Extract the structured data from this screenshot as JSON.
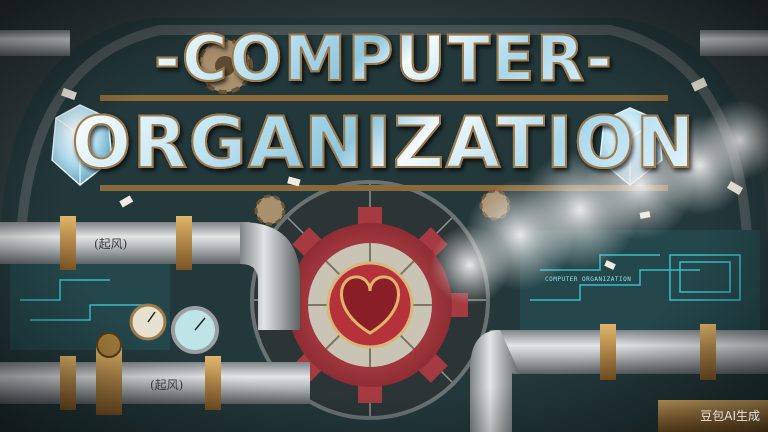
{
  "title": {
    "line1": "-COMPUTER-",
    "line2": "ORGANIZATION"
  },
  "pipe_labels": {
    "upper": "(起风)",
    "lower": "(起风)"
  },
  "panel_label": "COMPUTER ORGANIZATION",
  "watermark": "豆包AI生成",
  "colors": {
    "background": "#1d2a2c",
    "pipe": "#b9bcbd",
    "gear": "#c0454b",
    "brass": "#b98d4e",
    "crystal": "#bfe4f3",
    "circuit": "#3fd0e0"
  }
}
